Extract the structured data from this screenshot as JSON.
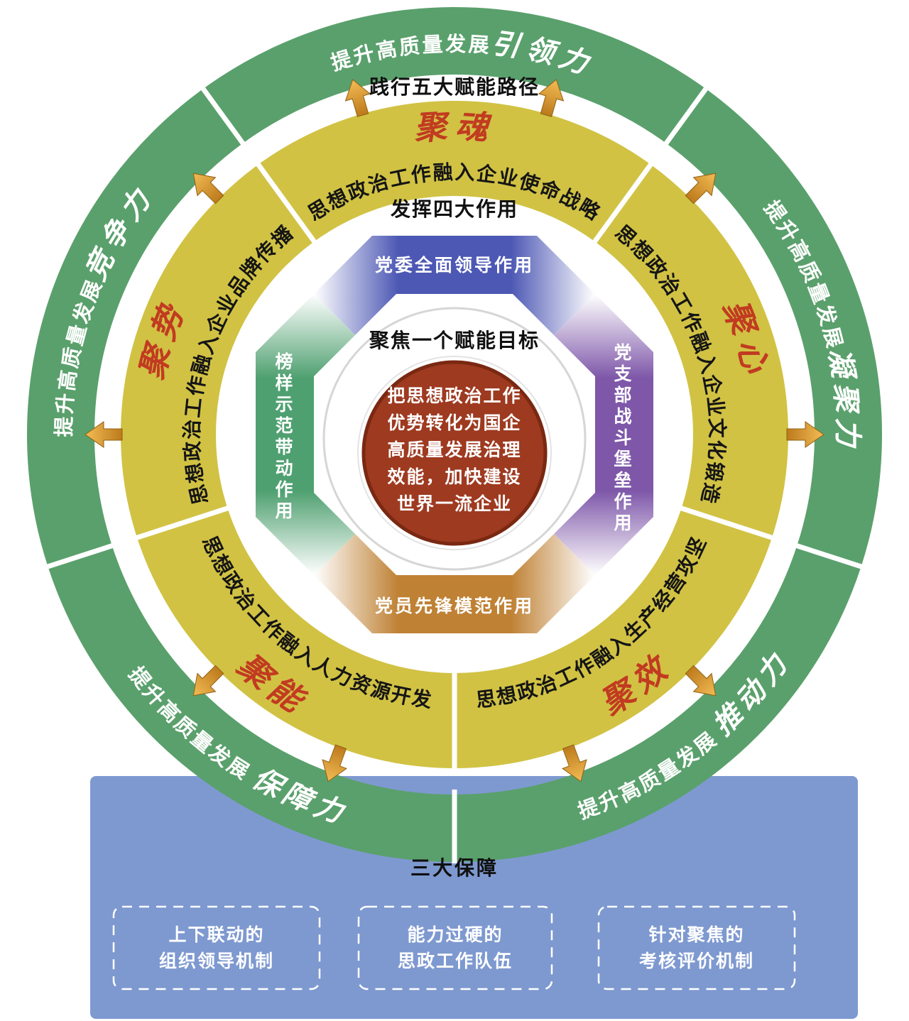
{
  "colors": {
    "outer_ring_green": "#5aa06c",
    "inner_ring_yellow": "#d1c244",
    "arrow_gold": "#dfa032",
    "tag_red": "#c13b21",
    "role_blue": "#4d58b4",
    "role_purple": "#7e57a9",
    "role_orange": "#bf8134",
    "role_green": "#4fa070",
    "goal_red": "#9e3a20",
    "panel_blue": "#7e99d0"
  },
  "icons": {
    "outward_arrow": "gold-arrow-pointing-outward"
  },
  "outer_ring": {
    "segments": [
      {
        "prefix": "提升高质量发展",
        "accent": "引领力"
      },
      {
        "prefix": "提升高质量发展",
        "accent": "凝聚力"
      },
      {
        "prefix": "提升高质量发展",
        "accent": "推动力"
      },
      {
        "prefix": "提升高质量发展",
        "accent": "保障力"
      },
      {
        "prefix": "提升高质量发展",
        "accent": "竞争力"
      }
    ]
  },
  "path_ring": {
    "title": "践行五大赋能路径",
    "segments": [
      {
        "tag": "聚魂",
        "text": "思想政治工作融入企业使命战略"
      },
      {
        "tag": "聚心",
        "text": "思想政治工作融入企业文化锻造"
      },
      {
        "tag": "聚效",
        "text": "思想政治工作融入生产经营攻坚"
      },
      {
        "tag": "聚能",
        "text": "思想政治工作融入人力资源开发"
      },
      {
        "tag": "聚势",
        "text": "思想政治工作融入企业品牌传播"
      }
    ]
  },
  "roles_ring": {
    "title": "发挥四大作用",
    "roles": [
      {
        "label": "党委全面领导作用"
      },
      {
        "label": "党支部战斗堡垒作用"
      },
      {
        "label": "党员先锋模范作用"
      },
      {
        "label": "榜样示范带动作用"
      }
    ]
  },
  "center": {
    "title": "聚焦一个赋能目标",
    "lines": [
      "把思想政治工作",
      "优势转化为国企",
      "高质量发展治理",
      "效能，加快建设",
      "世界一流企业"
    ]
  },
  "support": {
    "title": "三大保障",
    "boxes": [
      {
        "line1": "上下联动的",
        "line2": "组织领导机制"
      },
      {
        "line1": "能力过硬的",
        "line2": "思政工作队伍"
      },
      {
        "line1": "针对聚焦的",
        "line2": "考核评价机制"
      }
    ]
  }
}
